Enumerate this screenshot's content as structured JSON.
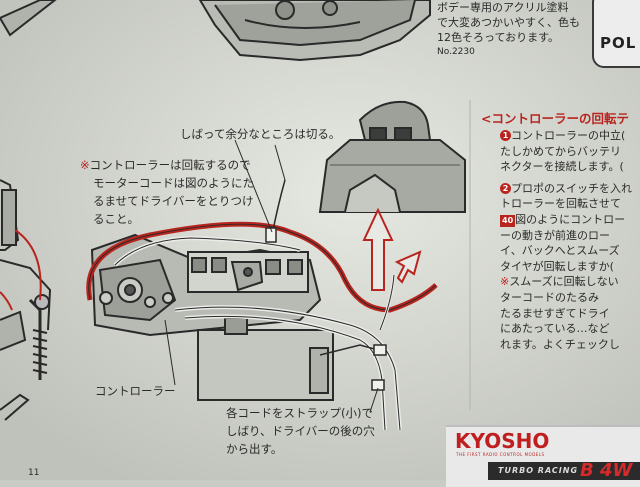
{
  "top_note": {
    "lines": [
      "ボデー専用のアクリル塗料",
      "で大変あつかいやすく、色も",
      "12色そろっております。"
    ],
    "code": "No.2230"
  },
  "paint_jar": {
    "label": "POL"
  },
  "note_cut": "しばって余分なところは切る。",
  "note_controller": {
    "mark": "※",
    "lines": [
      "コントローラーは回転するので",
      "モーターコードは図のようにた",
      "るませてドライバーをとりつけ",
      "ること。"
    ]
  },
  "label_controller": "コントローラー",
  "note_strap": [
    "各コードをストラップ(小)で",
    "しばり、ドライバーの後の穴",
    "から出す。"
  ],
  "right_section": {
    "heading": "<コントローラーの回転テ",
    "items": [
      {
        "marker": "1",
        "lines": [
          "コントローラーの中立(",
          "たしかめてからバッテリ",
          "ネクターを接続します。("
        ]
      },
      {
        "marker": "2",
        "lines": [
          "プロポのスイッチを入れ",
          "トローラーを回転させて"
        ]
      },
      {
        "marker": "40",
        "lines": [
          "図のようにコントロー",
          "ーの動きが前進のロー",
          "イ、バックへとスムーズ",
          "タイヤが回転しますか("
        ]
      },
      {
        "marker": "※",
        "lines": [
          "スムーズに回転しない",
          "ターコードのたるみ",
          "たるませすぎてドライ",
          "にあたっている…など",
          "れます。よくチェックし"
        ]
      }
    ]
  },
  "brand": {
    "logo": "KYOSHO",
    "tagline": "THE FIRST RADIO CONTROL MODELS"
  },
  "product_strip": {
    "text": "TURBO RACING",
    "number": "B 4W"
  },
  "page_mark": "11",
  "colors": {
    "accent_red": "#b8251f",
    "paper": "#c9ccc4",
    "ink": "#2b2b2b"
  }
}
